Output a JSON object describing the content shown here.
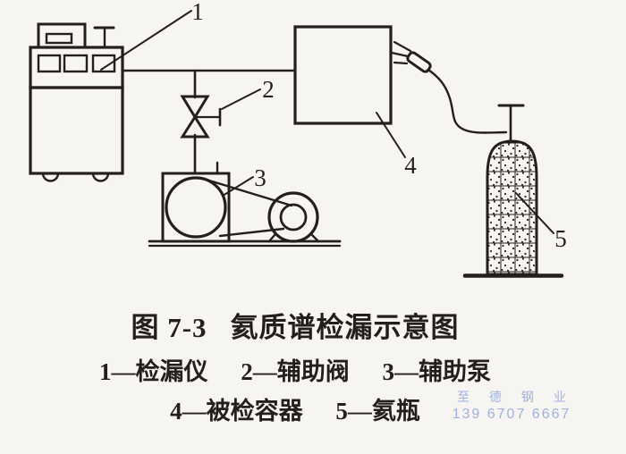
{
  "figure": {
    "caption_prefix": "图 7-3",
    "caption_title": "氦质谱检漏示意图"
  },
  "legend": {
    "row1": [
      "1—检漏仪",
      "2—辅助阀",
      "3—辅助泵"
    ],
    "row2": [
      "4—被检容器",
      "5—氦瓶"
    ]
  },
  "callouts": {
    "c1": "1",
    "c2": "2",
    "c3": "3",
    "c4": "4",
    "c5": "5"
  },
  "watermark": {
    "company": "至 德 钢 业",
    "phone": "139 6707 6667",
    "color": "#9fb0e2"
  },
  "colors": {
    "background": "#f7f5f1",
    "ink": "#221f1c"
  }
}
